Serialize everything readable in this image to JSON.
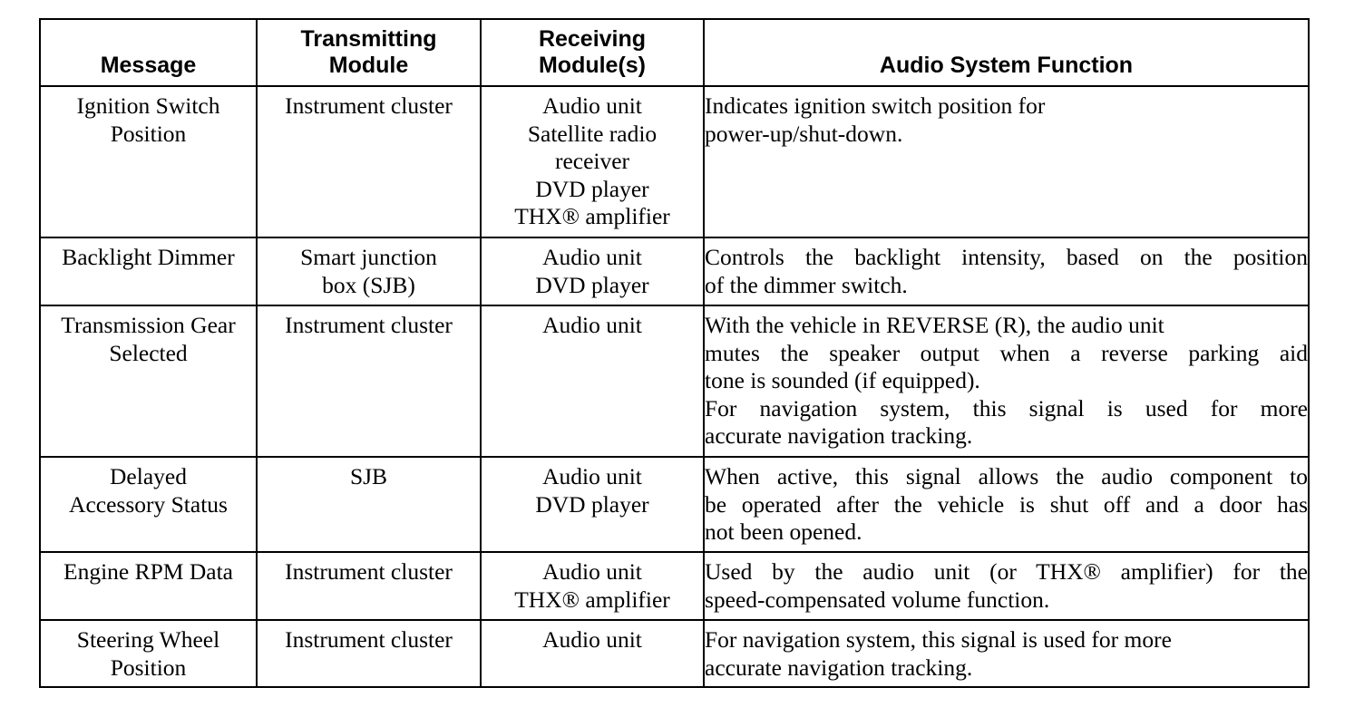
{
  "table": {
    "headers": {
      "message": [
        "Message"
      ],
      "transmitting": [
        "Transmitting",
        "Module"
      ],
      "receiving": [
        "Receiving",
        "Module(s)"
      ],
      "function": [
        "Audio System Function"
      ]
    },
    "rows": [
      {
        "message": [
          "Ignition Switch",
          "Position"
        ],
        "transmitting": [
          "Instrument cluster"
        ],
        "receiving": [
          "Audio unit",
          "Satellite radio",
          "receiver",
          "DVD player",
          "THX® amplifier"
        ],
        "function": [
          "Indicates ignition switch position for",
          "power-up/shut-down."
        ]
      },
      {
        "message": [
          "Backlight Dimmer"
        ],
        "transmitting": [
          "Smart junction",
          "box (SJB)"
        ],
        "receiving": [
          "Audio unit",
          "DVD player"
        ],
        "function": [
          "Controls the backlight intensity, based on the position",
          "of the dimmer switch."
        ]
      },
      {
        "message": [
          "Transmission Gear",
          "Selected"
        ],
        "transmitting": [
          "Instrument cluster"
        ],
        "receiving": [
          "Audio unit"
        ],
        "function": [
          "With the vehicle in REVERSE (R), the audio unit",
          "mutes the speaker output when a reverse parking aid",
          "tone is sounded (if equipped).",
          "For navigation system, this signal is used for more",
          "accurate navigation tracking."
        ]
      },
      {
        "message": [
          "Delayed",
          "Accessory Status"
        ],
        "transmitting": [
          "SJB"
        ],
        "receiving": [
          "Audio unit",
          "DVD player"
        ],
        "function": [
          "When active, this signal allows the audio component to",
          "be operated after the vehicle is shut off and a door has",
          "not been opened."
        ]
      },
      {
        "message": [
          "Engine RPM Data"
        ],
        "transmitting": [
          "Instrument cluster"
        ],
        "receiving": [
          "Audio unit",
          "THX® amplifier"
        ],
        "function": [
          "Used by the audio unit (or THX® amplifier) for the",
          "speed-compensated volume function."
        ]
      },
      {
        "message": [
          "Steering Wheel",
          "Position"
        ],
        "transmitting": [
          "Instrument cluster"
        ],
        "receiving": [
          "Audio unit"
        ],
        "function": [
          "For navigation system, this signal is used for more",
          "accurate navigation tracking."
        ]
      }
    ]
  }
}
